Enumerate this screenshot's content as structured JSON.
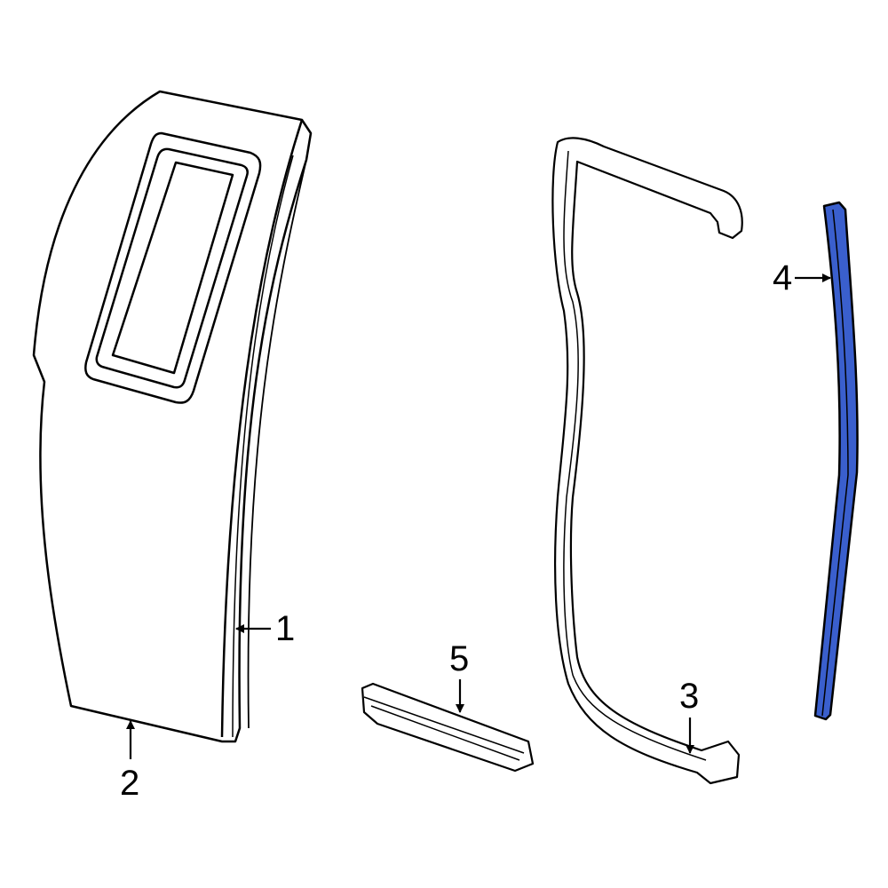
{
  "callouts": {
    "c1": "1",
    "c2": "2",
    "c3": "3",
    "c4": "4",
    "c5": "5"
  },
  "colors": {
    "highlight": "#3a5fcd",
    "outline": "#000000"
  }
}
